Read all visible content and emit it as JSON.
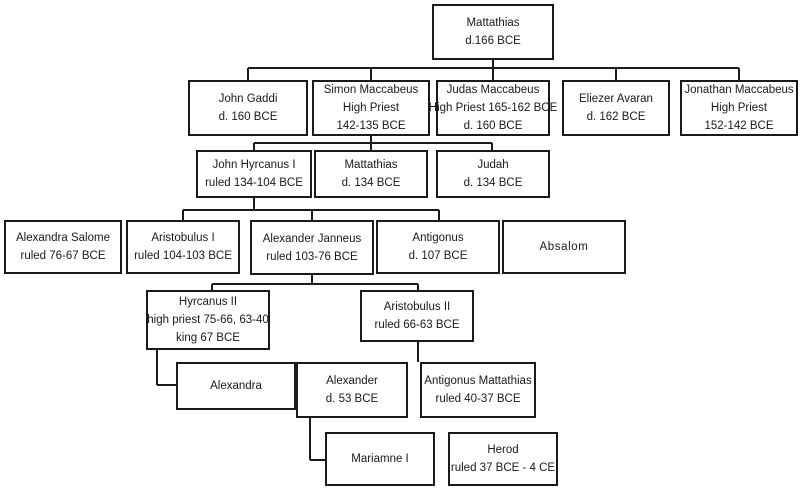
{
  "diagram": {
    "line_color": "#1a1a1a",
    "nodes": {
      "mattathias": [
        "Mattathias",
        "d.166 BCE"
      ],
      "john_gaddi": [
        "John Gaddi",
        "d. 160 BCE"
      ],
      "simon": [
        "Simon Maccabeus",
        "High Priest",
        "142-135 BCE"
      ],
      "judas": [
        "Judas Maccabeus",
        "High Priest  165-162 BCE",
        "d. 160 BCE"
      ],
      "eliezer": [
        "Eliezer Avaran",
        "d. 162 BCE"
      ],
      "jonathan": [
        "Jonathan Maccabeus",
        "High Priest",
        "152-142 BCE"
      ],
      "john_hyrcanus": [
        "John Hyrcanus I",
        "ruled 134-104 BCE"
      ],
      "mattathias_2": [
        "Mattathias",
        "d. 134 BCE"
      ],
      "judah": [
        "Judah",
        "d. 134 BCE"
      ],
      "alexandra_salome": [
        "Alexandra Salome",
        "ruled 76-67 BCE"
      ],
      "aristobulus_1": [
        "Aristobulus I",
        "ruled 104-103 BCE"
      ],
      "alexander_janneus": [
        "Alexander Janneus",
        "ruled 103-76 BCE"
      ],
      "antigonus": [
        "Antigonus",
        "d. 107 BCE"
      ],
      "absalom": [
        "Absalom"
      ],
      "hyrcanus_2": [
        "Hyrcanus II",
        "high priest  75-66, 63-40",
        "king 67 BCE"
      ],
      "aristobulus_2": [
        "Aristobulus II",
        "ruled 66-63 BCE"
      ],
      "alexandra": [
        "Alexandra"
      ],
      "alexander": [
        "Alexander",
        "d. 53 BCE"
      ],
      "antigonus_mattathias": [
        "Antigonus  Mattathias",
        "ruled 40-37 BCE"
      ],
      "mariamne": [
        "Mariamne I"
      ],
      "herod": [
        "Herod",
        "ruled 37 BCE - 4 CE"
      ]
    }
  }
}
